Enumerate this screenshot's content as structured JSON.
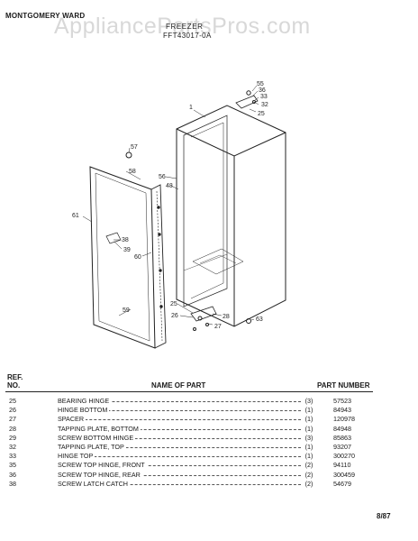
{
  "header": {
    "brand": "MONTGOMERY WARD",
    "title": "FREEZER",
    "model": "FFT43017-0A"
  },
  "watermark": "AppliancePartsPros.com",
  "diagram": {
    "callouts": [
      "1",
      "55",
      "36",
      "33",
      "32",
      "25",
      "57",
      "58",
      "56",
      "48",
      "61",
      "38",
      "39",
      "60",
      "59",
      "25",
      "26",
      "28",
      "27",
      "63"
    ]
  },
  "table": {
    "headers": {
      "ref": "REF.",
      "no": "NO.",
      "name": "NAME OF PART",
      "part": "PART NUMBER"
    },
    "rows": [
      {
        "ref": "25",
        "name": "BEARING HINGE",
        "qty": "(3)",
        "part": "57523"
      },
      {
        "ref": "26",
        "name": "HINGE BOTTOM",
        "qty": "(1)",
        "part": "84943"
      },
      {
        "ref": "27",
        "name": "SPACER",
        "qty": "(1)",
        "part": "120978"
      },
      {
        "ref": "28",
        "name": "TAPPING PLATE, BOTTOM",
        "qty": "(1)",
        "part": "84948"
      },
      {
        "ref": "29",
        "name": "SCREW BOTTOM HINGE",
        "qty": "(3)",
        "part": "85863"
      },
      {
        "ref": "32",
        "name": "TAPPING PLATE, TOP",
        "qty": "(1)",
        "part": "93207"
      },
      {
        "ref": "33",
        "name": "HINGE TOP",
        "qty": "(1)",
        "part": "300270"
      },
      {
        "ref": "35",
        "name": "SCREW TOP HINGE, FRONT",
        "qty": "(2)",
        "part": "94110"
      },
      {
        "ref": "36",
        "name": "SCREW TOP HINGE, REAR",
        "qty": "(2)",
        "part": "300459"
      },
      {
        "ref": "38",
        "name": "SCREW LATCH CATCH",
        "qty": "(2)",
        "part": "54679"
      }
    ]
  },
  "footer": {
    "date": "8/87"
  }
}
